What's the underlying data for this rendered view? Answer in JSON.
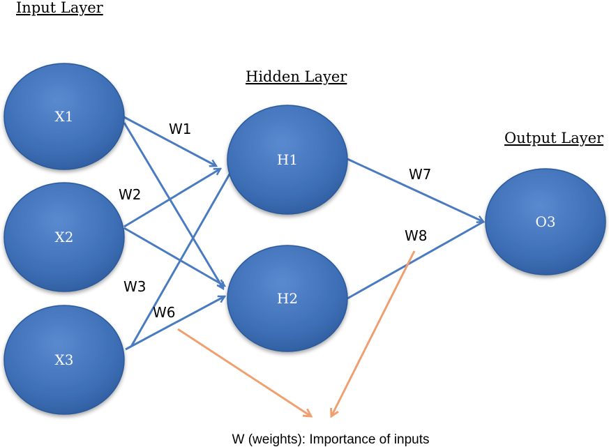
{
  "layers": {
    "input_title": "Input Layer",
    "hidden_title": "Hidden Layer",
    "output_title": "Output Layer"
  },
  "nodes": {
    "x1": "X1",
    "x2": "X2",
    "x3": "X3",
    "h1": "H1",
    "h2": "H2",
    "o3": "O3"
  },
  "weights": {
    "w1": "W1",
    "w2": "W2",
    "w3": "W3",
    "w6": "W6",
    "w7": "W7",
    "w8": "W8"
  },
  "caption": "W (weights): Importance of inputs",
  "colors": {
    "node_fill": "#3d6eb5",
    "node_stroke": "#2c5a9a",
    "edge": "#4a7bc0",
    "annotation_arrow": "#f0a070"
  }
}
